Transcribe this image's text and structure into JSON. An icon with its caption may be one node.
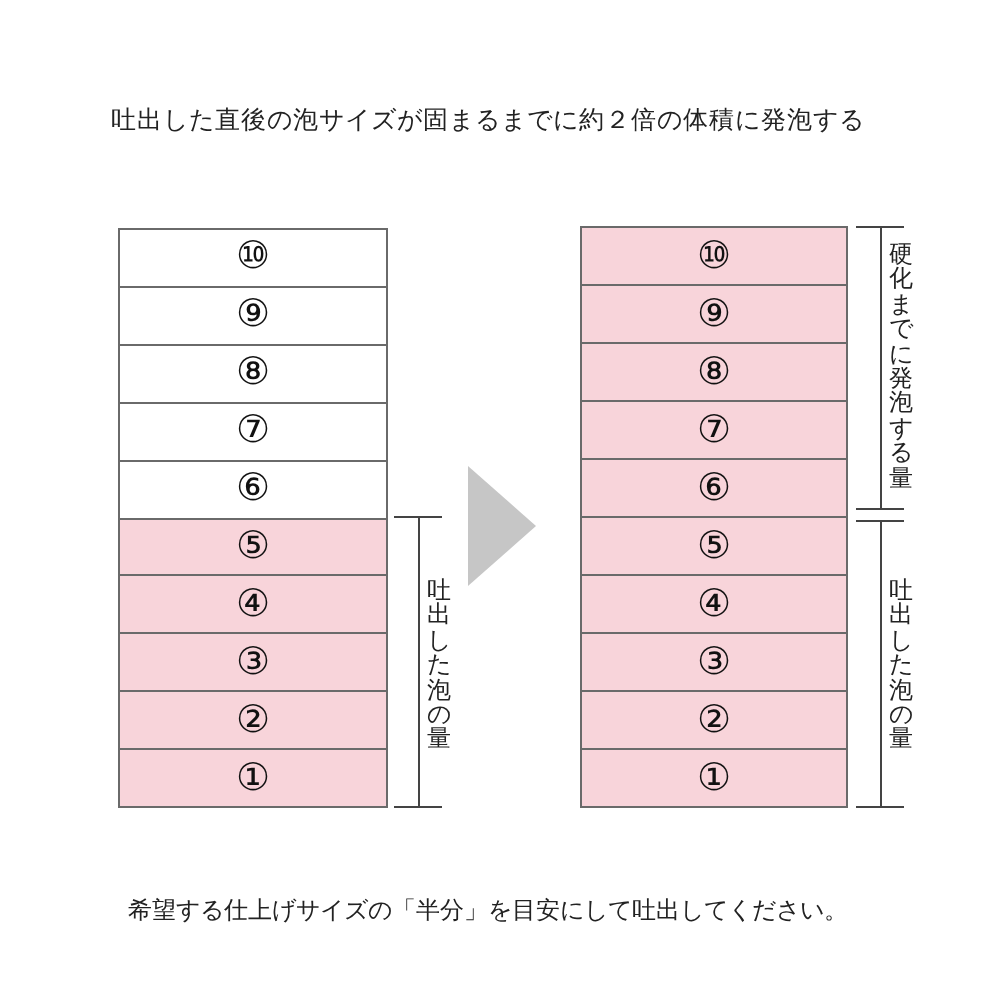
{
  "diagram": {
    "title": "吐出した直後の泡サイズが固まるまでに約２倍の体積に発泡する",
    "caption": "希望する仕上げサイズの「半分」を目安にして吐出してください。",
    "nodes": [
      {
        "text": [],
        "shape": "box"
      },
      {
        "text": [
          "⑩"
        ],
        "in": 0
      },
      {
        "text": [
          "⑨"
        ],
        "in": 0
      },
      {
        "text": [
          "⑧"
        ],
        "in": 0
      },
      {
        "text": [
          "⑦"
        ],
        "in": 0
      },
      {
        "text": [
          "⑥"
        ],
        "in": 0
      },
      {
        "text": [
          "⑤"
        ],
        "in": 0
      },
      {
        "text": [
          "④"
        ],
        "in": 0
      },
      {
        "text": [
          "③"
        ],
        "in": 0
      },
      {
        "text": [
          "②"
        ],
        "in": 0
      },
      {
        "text": [
          "①"
        ],
        "in": 0
      },
      {
        "text": [],
        "shape": "box"
      },
      {
        "text": [
          "⑩"
        ],
        "in": 11
      },
      {
        "text": [
          "⑨"
        ],
        "in": 11
      },
      {
        "text": [
          "⑧"
        ],
        "in": 11
      },
      {
        "text": [
          "⑦"
        ],
        "in": 11
      },
      {
        "text": [
          "⑥"
        ],
        "in": 11
      },
      {
        "text": [
          "⑤"
        ],
        "in": 11
      },
      {
        "text": [
          "④"
        ],
        "in": 11
      },
      {
        "text": [
          "③"
        ],
        "in": 11
      },
      {
        "text": [
          "②"
        ],
        "in": 11
      },
      {
        "text": [
          "①"
        ],
        "in": 11
      }
    ],
    "edges": [
      {
        "from": 0,
        "to": 11,
        "arrow": "to"
      }
    ],
    "labels": [
      "吐出した泡の量",
      "硬化までに発泡する量",
      "吐出した泡の量"
    ]
  }
}
